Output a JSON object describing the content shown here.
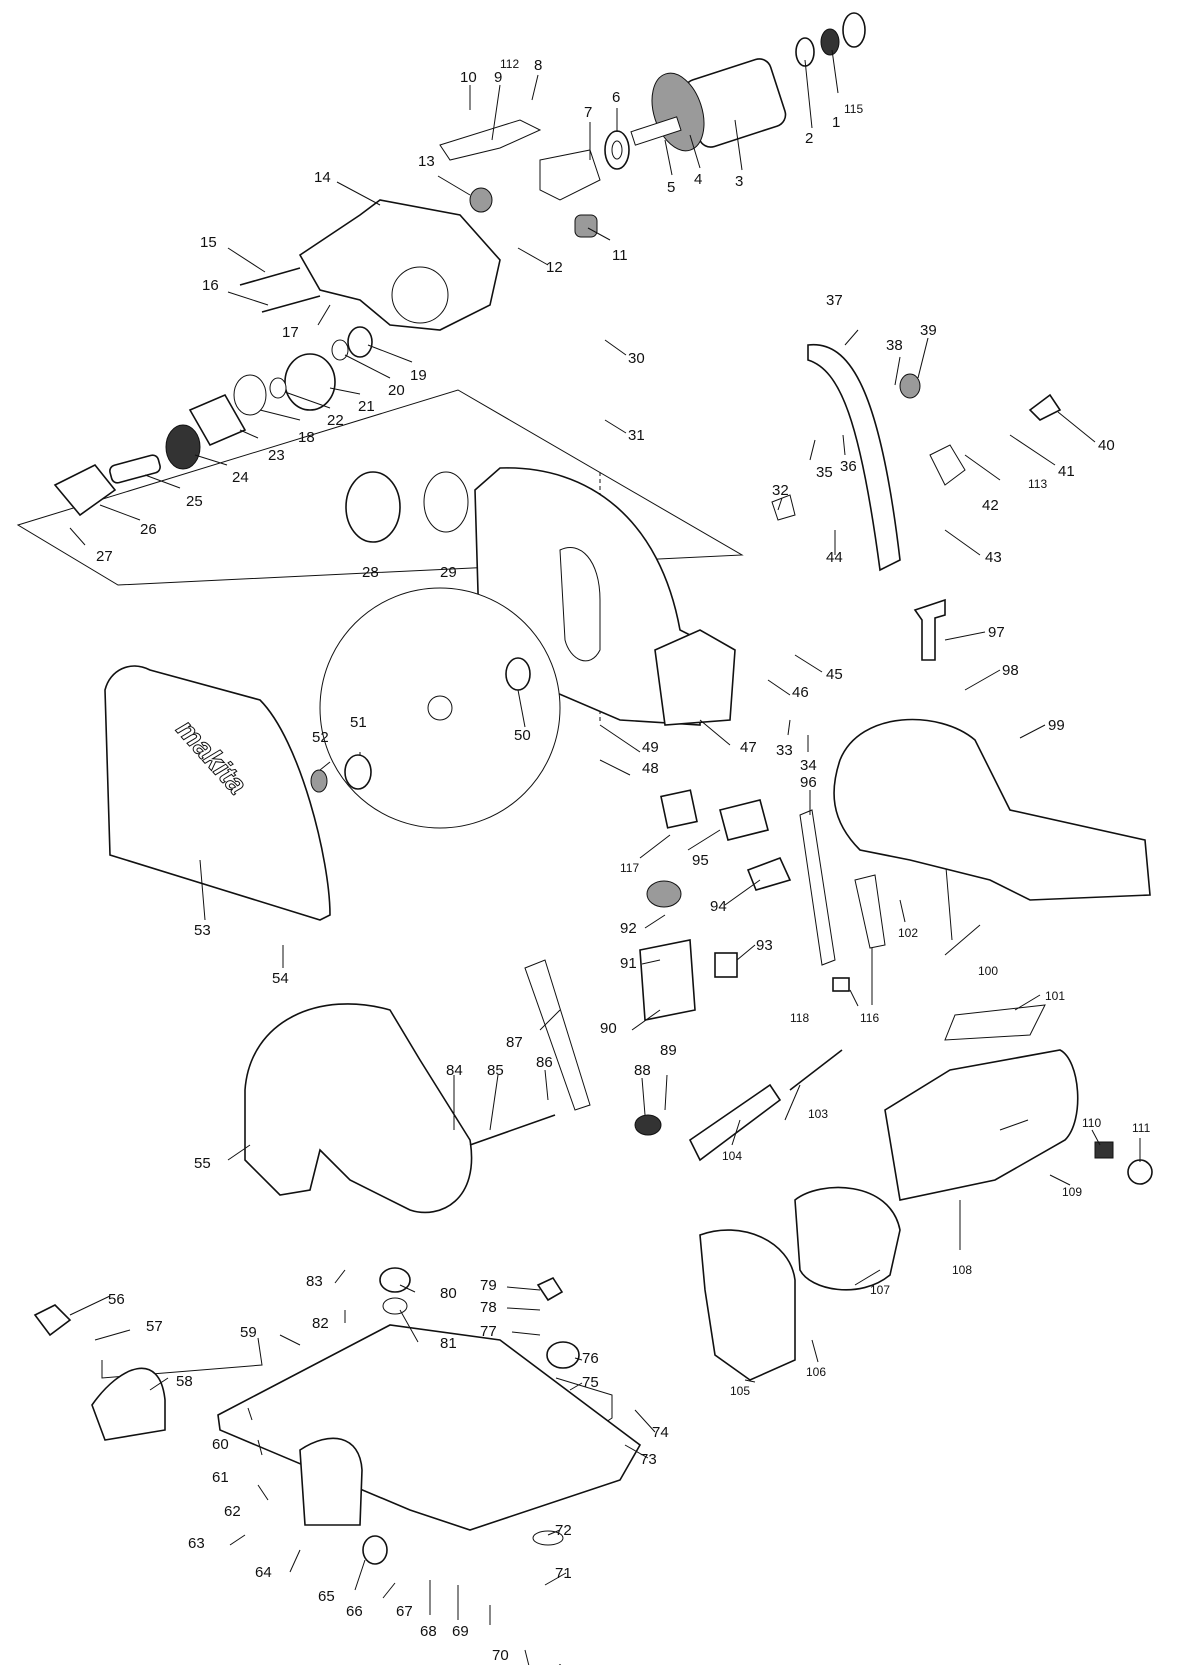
{
  "diagram": {
    "brand_text": "makita",
    "parts": [
      {
        "id": "p1",
        "label": "1"
      },
      {
        "id": "p2",
        "label": "2"
      },
      {
        "id": "p3",
        "label": "3"
      },
      {
        "id": "p4",
        "label": "4"
      },
      {
        "id": "p5",
        "label": "5"
      },
      {
        "id": "p6",
        "label": "6"
      },
      {
        "id": "p7",
        "label": "7"
      },
      {
        "id": "p8",
        "label": "8"
      },
      {
        "id": "p9",
        "label": "9"
      },
      {
        "id": "p10",
        "label": "10"
      },
      {
        "id": "p11",
        "label": "11"
      },
      {
        "id": "p12",
        "label": "12"
      },
      {
        "id": "p13",
        "label": "13"
      },
      {
        "id": "p14",
        "label": "14"
      },
      {
        "id": "p15",
        "label": "15"
      },
      {
        "id": "p16",
        "label": "16"
      },
      {
        "id": "p17",
        "label": "17"
      },
      {
        "id": "p18",
        "label": "18"
      },
      {
        "id": "p19",
        "label": "19"
      },
      {
        "id": "p20",
        "label": "20"
      },
      {
        "id": "p21",
        "label": "21"
      },
      {
        "id": "p22",
        "label": "22"
      },
      {
        "id": "p23",
        "label": "23"
      },
      {
        "id": "p24",
        "label": "24"
      },
      {
        "id": "p25",
        "label": "25"
      },
      {
        "id": "p26",
        "label": "26"
      },
      {
        "id": "p27",
        "label": "27"
      },
      {
        "id": "p28",
        "label": "28"
      },
      {
        "id": "p29",
        "label": "29"
      },
      {
        "id": "p30",
        "label": "30"
      },
      {
        "id": "p31",
        "label": "31"
      },
      {
        "id": "p32",
        "label": "32"
      },
      {
        "id": "p33",
        "label": "33"
      },
      {
        "id": "p34",
        "label": "34"
      },
      {
        "id": "p35",
        "label": "35"
      },
      {
        "id": "p36",
        "label": "36"
      },
      {
        "id": "p37",
        "label": "37"
      },
      {
        "id": "p38",
        "label": "38"
      },
      {
        "id": "p39",
        "label": "39"
      },
      {
        "id": "p40",
        "label": "40"
      },
      {
        "id": "p41",
        "label": "41"
      },
      {
        "id": "p42",
        "label": "42"
      },
      {
        "id": "p43",
        "label": "43"
      },
      {
        "id": "p44",
        "label": "44"
      },
      {
        "id": "p45",
        "label": "45"
      },
      {
        "id": "p46",
        "label": "46"
      },
      {
        "id": "p47",
        "label": "47"
      },
      {
        "id": "p48",
        "label": "48"
      },
      {
        "id": "p49",
        "label": "49"
      },
      {
        "id": "p50",
        "label": "50"
      },
      {
        "id": "p51",
        "label": "51"
      },
      {
        "id": "p52",
        "label": "52"
      },
      {
        "id": "p53",
        "label": "53"
      },
      {
        "id": "p54",
        "label": "54"
      },
      {
        "id": "p55",
        "label": "55"
      },
      {
        "id": "p56",
        "label": "56"
      },
      {
        "id": "p57",
        "label": "57"
      },
      {
        "id": "p58",
        "label": "58"
      },
      {
        "id": "p59",
        "label": "59"
      },
      {
        "id": "p60",
        "label": "60"
      },
      {
        "id": "p61",
        "label": "61"
      },
      {
        "id": "p62",
        "label": "62"
      },
      {
        "id": "p63",
        "label": "63"
      },
      {
        "id": "p64",
        "label": "64"
      },
      {
        "id": "p65",
        "label": "65"
      },
      {
        "id": "p66",
        "label": "66"
      },
      {
        "id": "p67",
        "label": "67"
      },
      {
        "id": "p68",
        "label": "68"
      },
      {
        "id": "p69",
        "label": "69"
      },
      {
        "id": "p70",
        "label": "70"
      },
      {
        "id": "p71",
        "label": "71"
      },
      {
        "id": "p72",
        "label": "72"
      },
      {
        "id": "p73",
        "label": "73"
      },
      {
        "id": "p74",
        "label": "74"
      },
      {
        "id": "p75",
        "label": "75"
      },
      {
        "id": "p76",
        "label": "76"
      },
      {
        "id": "p77",
        "label": "77"
      },
      {
        "id": "p78",
        "label": "78"
      },
      {
        "id": "p79",
        "label": "79"
      },
      {
        "id": "p80",
        "label": "80"
      },
      {
        "id": "p81",
        "label": "81"
      },
      {
        "id": "p82",
        "label": "82"
      },
      {
        "id": "p83",
        "label": "83"
      },
      {
        "id": "p84",
        "label": "84"
      },
      {
        "id": "p85",
        "label": "85"
      },
      {
        "id": "p86",
        "label": "86"
      },
      {
        "id": "p87",
        "label": "87"
      },
      {
        "id": "p88",
        "label": "88"
      },
      {
        "id": "p89",
        "label": "89"
      },
      {
        "id": "p90",
        "label": "90"
      },
      {
        "id": "p91",
        "label": "91"
      },
      {
        "id": "p92",
        "label": "92"
      },
      {
        "id": "p93",
        "label": "93"
      },
      {
        "id": "p94",
        "label": "94"
      },
      {
        "id": "p95",
        "label": "95"
      },
      {
        "id": "p96",
        "label": "96"
      },
      {
        "id": "p97",
        "label": "97"
      },
      {
        "id": "p98",
        "label": "98"
      },
      {
        "id": "p99",
        "label": "99"
      },
      {
        "id": "p100",
        "label": "100"
      },
      {
        "id": "p101",
        "label": "101"
      },
      {
        "id": "p102",
        "label": "102"
      },
      {
        "id": "p103",
        "label": "103"
      },
      {
        "id": "p104",
        "label": "104"
      },
      {
        "id": "p105",
        "label": "105"
      },
      {
        "id": "p106",
        "label": "106"
      },
      {
        "id": "p107",
        "label": "107"
      },
      {
        "id": "p108",
        "label": "108"
      },
      {
        "id": "p109",
        "label": "109"
      },
      {
        "id": "p110",
        "label": "110"
      },
      {
        "id": "p111",
        "label": "111"
      },
      {
        "id": "p112",
        "label": "112"
      },
      {
        "id": "p113",
        "label": "113"
      },
      {
        "id": "p115",
        "label": "115"
      },
      {
        "id": "p116",
        "label": "116"
      },
      {
        "id": "p117",
        "label": "117"
      },
      {
        "id": "p118",
        "label": "118"
      }
    ]
  }
}
